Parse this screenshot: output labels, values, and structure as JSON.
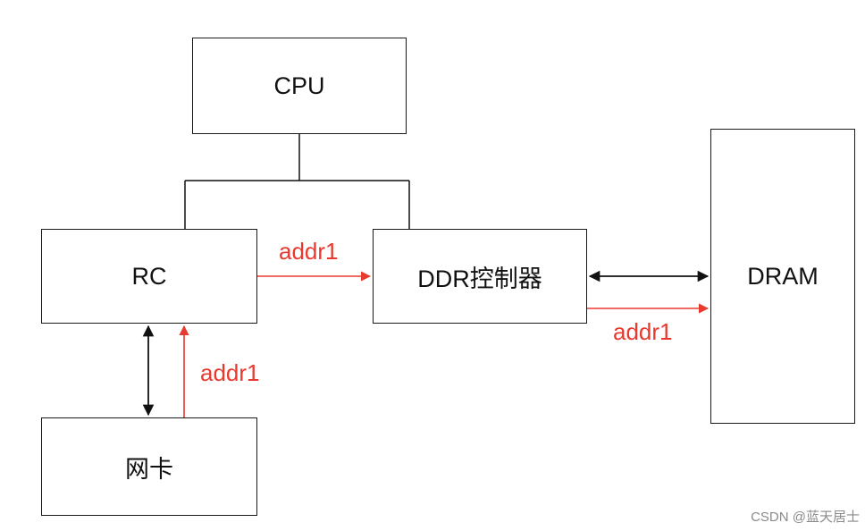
{
  "nodes": {
    "cpu": "CPU",
    "rc": "RC",
    "ddr_controller": "DDR控制器",
    "dram": "DRAM",
    "nic": "网卡"
  },
  "edge_labels": {
    "rc_to_ddr": "addr1",
    "ddr_to_dram": "addr1",
    "nic_to_rc": "addr1"
  },
  "colors": {
    "wire": "#111111",
    "address_flow": "#e8392e"
  },
  "watermark": "CSDN @蓝天居士"
}
